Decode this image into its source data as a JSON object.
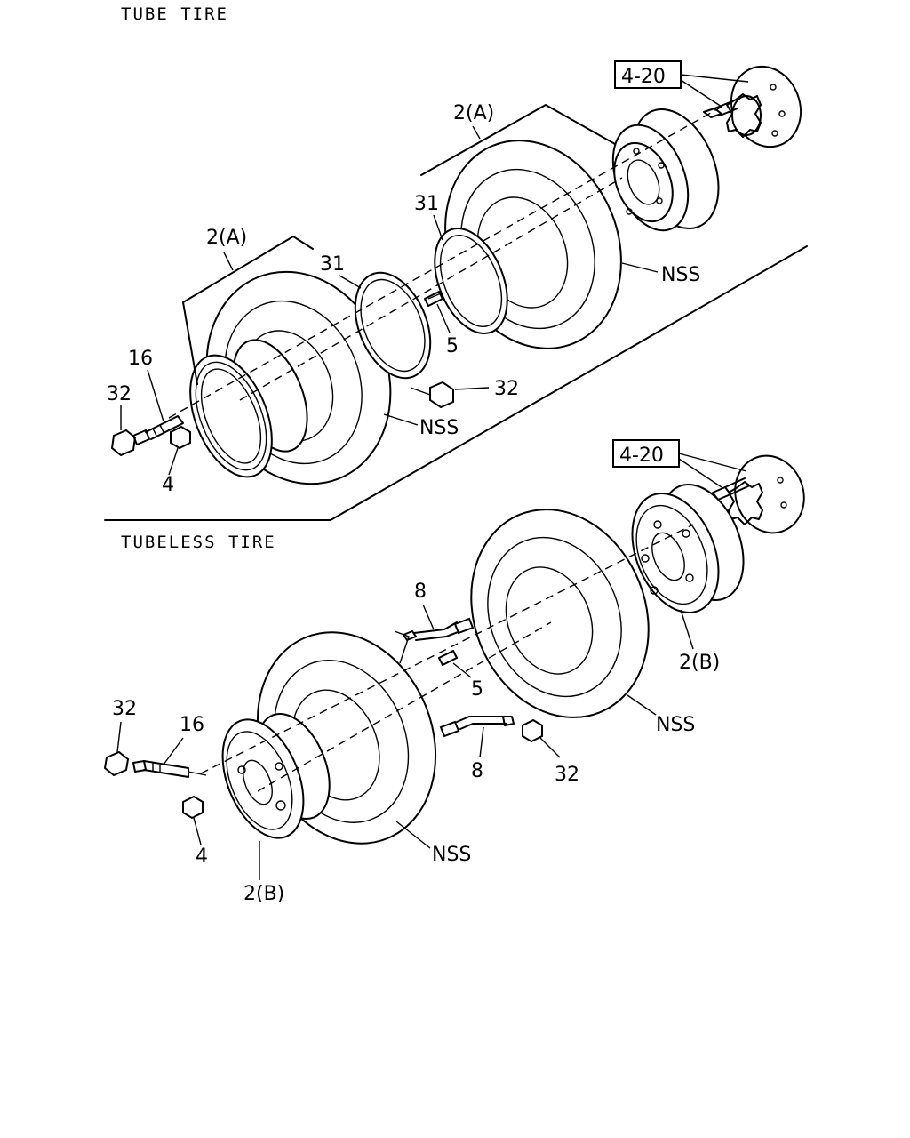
{
  "sections": {
    "tube": "TUBE TIRE",
    "tubeless": "TUBELESS TIRE"
  },
  "labels": {
    "ref_4_20": "4-20",
    "part_2a": "2(A)",
    "part_2b": "2(B)",
    "part_31": "31",
    "part_32": "32",
    "part_16": "16",
    "part_4": "4",
    "part_5": "5",
    "part_8": "8",
    "nss": "NSS"
  }
}
